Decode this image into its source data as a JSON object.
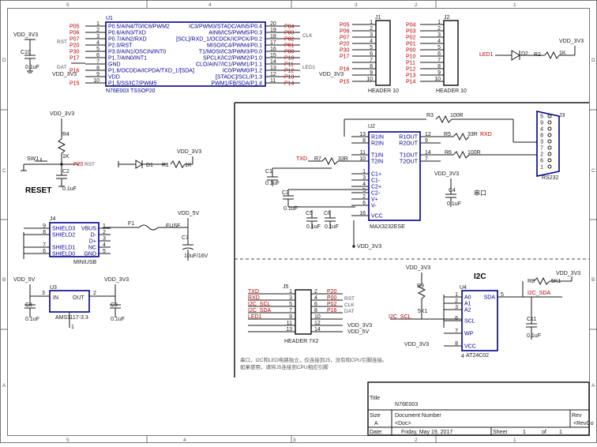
{
  "frame": {
    "cols_top": [
      "5",
      "4",
      "3",
      "2",
      "1"
    ],
    "cols_bottom": [
      "5",
      "4",
      "3",
      "2",
      "1"
    ],
    "rows_left": [
      "D",
      "C",
      "B",
      "A"
    ],
    "rows_right": [
      "D",
      "C",
      "B",
      "A"
    ]
  },
  "u1": {
    "ref": "U1",
    "part": "N76E003 TSSOP20",
    "left_pins": [
      {
        "num": "1",
        "name": "P0.5/AIN4/T0/IC6/PWM2",
        "net": "P05"
      },
      {
        "num": "2",
        "name": "P0.6/AIN3/TXD",
        "net": "P06"
      },
      {
        "num": "3",
        "name": "P0.7/AIN2/RXD",
        "net": "P07"
      },
      {
        "num": "4",
        "name": "P2.0/RST",
        "net": "P20"
      },
      {
        "num": "5",
        "name": "P3.0/AIN1/OSCIN/INT0",
        "net": "P30"
      },
      {
        "num": "6",
        "name": "P1.7/AIN0/INT1",
        "net": "P17"
      },
      {
        "num": "7",
        "name": "GND",
        "net": ""
      },
      {
        "num": "8",
        "name": "P1.6/OCDDA/ICPDA/TXD_1/[SDA]",
        "net": "P16"
      },
      {
        "num": "9",
        "name": "VDD",
        "net": ""
      },
      {
        "num": "10",
        "name": "P1.5/SS/IC7/PWM5",
        "net": "P15"
      }
    ],
    "right_pins": [
      {
        "num": "20",
        "name": "IC3/PWM3/STADC/AIN5/P0.4",
        "net": "P04"
      },
      {
        "num": "19",
        "name": "AIN6/IC5/PWM5/P0.3",
        "net": "P03"
      },
      {
        "num": "18",
        "name": "[SCL]/RXD_1/OCDCK/ICPCK/P0.2",
        "net": "P02"
      },
      {
        "num": "17",
        "name": "MISO/IC4/PWM4/P0.1",
        "net": "P01"
      },
      {
        "num": "16",
        "name": "T1/MOSI/IC3/PWM3/P0.0",
        "net": "P00"
      },
      {
        "num": "15",
        "name": "SPCLK/IC2/PWM2/P1.0",
        "net": "P10"
      },
      {
        "num": "14",
        "name": "CLO/AIN7/IC1/PWM1/P1.1",
        "net": "P11"
      },
      {
        "num": "13",
        "name": "IC0/PWM0/P1.2",
        "net": "P12"
      },
      {
        "num": "12",
        "name": "[STADC]/SCL/P1.3",
        "net": "P13"
      },
      {
        "num": "11",
        "name": "PWM1/FB/SDA/P1.4",
        "net": "P14"
      }
    ],
    "side_labels": {
      "rst": "RST",
      "dat": "DAT",
      "clk": "CLK",
      "led1": "LED1"
    }
  },
  "power": {
    "vdd": "VDD_3V3",
    "vdd5": "VDD_5V"
  },
  "c10": {
    "ref": "C10",
    "value": "0.1uF"
  },
  "j1": {
    "ref": "J1",
    "name": "HEADER 10",
    "nets": [
      "P05",
      "P06",
      "P07",
      "P20",
      "P30",
      "P17",
      "P16",
      "P15"
    ],
    "nets_full": [
      "P05",
      "P06",
      "P07",
      "P20",
      "P30",
      "P17",
      "",
      "P16",
      "",
      "P15"
    ],
    "pins": [
      "1",
      "2",
      "3",
      "4",
      "5",
      "6",
      "7",
      "8",
      "9",
      "10"
    ]
  },
  "j2": {
    "ref": "J2",
    "name": "HEADER 10",
    "nets_full": [
      "P04",
      "P03",
      "P02",
      "P01",
      "P00",
      "P10",
      "P11",
      "P12",
      "P13",
      "P14"
    ],
    "pins": [
      "1",
      "2",
      "3",
      "4",
      "5",
      "6",
      "7",
      "8",
      "9",
      "10"
    ]
  },
  "led2": {
    "net": "LED1",
    "ref": "D2",
    "res": "R2",
    "res_value": "1K"
  },
  "reset": {
    "r4": "R4",
    "r4_value": "1K",
    "sw": "SW1",
    "c2": "C2",
    "c2_value": "0.1uF",
    "net": "P20",
    "net_label": "RST",
    "title": "RESET"
  },
  "led1": {
    "ref": "D1",
    "res": "R1",
    "res_value": "1K"
  },
  "u2": {
    "ref": "U2",
    "part": "MAX3232ESE",
    "left_pins": [
      {
        "num": "13",
        "name": "R1IN"
      },
      {
        "num": "8",
        "name": "R2IN"
      },
      {
        "num": "11",
        "name": "T1IN"
      },
      {
        "num": "10",
        "name": "T2IN"
      },
      {
        "num": "1",
        "name": "C1+"
      },
      {
        "num": "3",
        "name": "C1-"
      },
      {
        "num": "4",
        "name": "C2+"
      },
      {
        "num": "5",
        "name": "C2-"
      },
      {
        "num": "2",
        "name": "V+"
      },
      {
        "num": "6",
        "name": "V-"
      },
      {
        "num": "16",
        "name": "VCC"
      }
    ],
    "right_pins": [
      {
        "num": "12",
        "name": "R1OUT"
      },
      {
        "num": "9",
        "name": "R2OUT"
      },
      {
        "num": "14",
        "name": "T1OUT"
      },
      {
        "num": "7",
        "name": "T2OUT"
      }
    ]
  },
  "rs232": {
    "r3": "R3",
    "r3_value": "100R",
    "r5": "R5",
    "r5_value": "33R",
    "rxd": "RXD",
    "r6": "R6",
    "r6_value": "100R",
    "r7": "R7",
    "r7_value": "33R",
    "txd": "TXD",
    "j3": "J3",
    "j3_name": "RS232",
    "j3_pins": [
      "5",
      "9",
      "4",
      "8",
      "3",
      "7",
      "2",
      "6",
      "1"
    ],
    "c1": "C1",
    "c1_value": "0.1uF",
    "c3": "C3",
    "c3_value": "0.1uF",
    "c4": "C4",
    "c4_value": "0.1uF",
    "c5": "C5",
    "c5_value": "0.1uF",
    "c6": "C6",
    "c6_value": "0.1uF",
    "title": "串口"
  },
  "usb": {
    "ref": "J4",
    "name": "MINIUSB",
    "pins": [
      {
        "num": "9",
        "name": "SHIELD3"
      },
      {
        "num": "8",
        "name": "SHIELD2"
      },
      {
        "num": "7",
        "name": "SHIELD1"
      },
      {
        "num": "6",
        "name": "SHIELD0"
      }
    ],
    "right": [
      {
        "num": "1",
        "name": "VBUS"
      },
      {
        "num": "2",
        "name": "D-"
      },
      {
        "num": "3",
        "name": "D+"
      },
      {
        "num": "4",
        "name": "NC"
      },
      {
        "num": "5",
        "name": "GND"
      }
    ],
    "f1": "F1",
    "fuse": "FUSE",
    "c7": "C7",
    "c7_value": "10uF/16V"
  },
  "u3": {
    "ref": "U3",
    "part": "AMS1117-3.3",
    "in": "IN",
    "out": "OUT",
    "gnd_pin": "1",
    "in_pin": "3",
    "out_pin": "2",
    "c8": "C8",
    "c8_value": "0.1uF",
    "c9": "C9",
    "c9_value": "0.1uF"
  },
  "j5": {
    "ref": "J5",
    "name": "HEADER 7X2",
    "left_nets": [
      "TXD",
      "RXD",
      "I2C_SCL",
      "I2C_SDA",
      "LED1",
      "",
      ""
    ],
    "right_nets": [
      "P20",
      "P00",
      "P02",
      "P16",
      "",
      "",
      ""
    ],
    "right_labels": [
      "RST",
      "CLK",
      "DAT"
    ],
    "left_pins": [
      "1",
      "3",
      "5",
      "7",
      "9",
      "11",
      "13"
    ],
    "right_pins": [
      "2",
      "4",
      "6",
      "8",
      "10",
      "12",
      "14"
    ]
  },
  "u4": {
    "ref": "U4",
    "part": "AT24C02",
    "title": "I2C",
    "left_pins": [
      {
        "num": "1",
        "name": "A0"
      },
      {
        "num": "2",
        "name": "A1"
      },
      {
        "num": "3",
        "name": "A2"
      },
      {
        "num": "6",
        "name": "SCL"
      },
      {
        "num": "7",
        "name": "WP"
      },
      {
        "num": "8",
        "name": "VCC"
      }
    ],
    "right_pins": [
      {
        "num": "5",
        "name": "SDA"
      }
    ],
    "r8": "R8",
    "r8_value": "5K1",
    "r9": "R9",
    "r9_value": "5K1",
    "c11": "C11",
    "c11_value": "0.1uF",
    "sda": "I2C_SDA",
    "scl": "I2C_SCL",
    "gnd_pin": "4"
  },
  "note": {
    "line1": "串口，I2C和LED电路独立，仅连接到J5，没有和CPU引脚连接。",
    "line2": "如果使用，请将J5连接到CPU相应引脚"
  },
  "title_block": {
    "title_label": "Title",
    "title": "N76E003",
    "size_label": "Size",
    "size": "A",
    "docnum_label": "Document Number",
    "docnum": "<Doc>",
    "rev_label": "Rev",
    "rev": "<RevCo",
    "date_label": "Date:",
    "date": "Friday, May 19, 2017",
    "sheet_label": "Sheet",
    "sheet": "1",
    "of_label": "of",
    "of": "1"
  }
}
